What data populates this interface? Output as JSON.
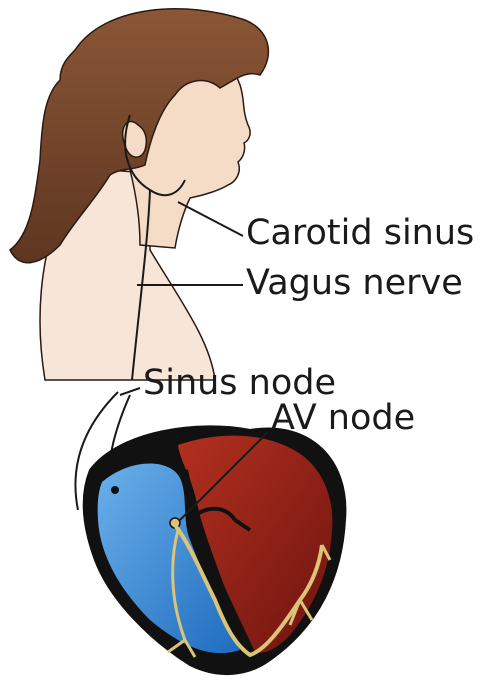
{
  "labels": {
    "carotid_sinus": "Carotid sinus",
    "vagus_nerve": "Vagus nerve",
    "sinus_node": "Sinus node",
    "av_node": "AV node"
  },
  "colors": {
    "hair": "#7a4a2e",
    "skin": "#f7e6d8",
    "right_heart": "#3c8fd6",
    "left_heart": "#9b1f1a",
    "heart_outline": "#111111",
    "conduction": "#d9c47a"
  }
}
